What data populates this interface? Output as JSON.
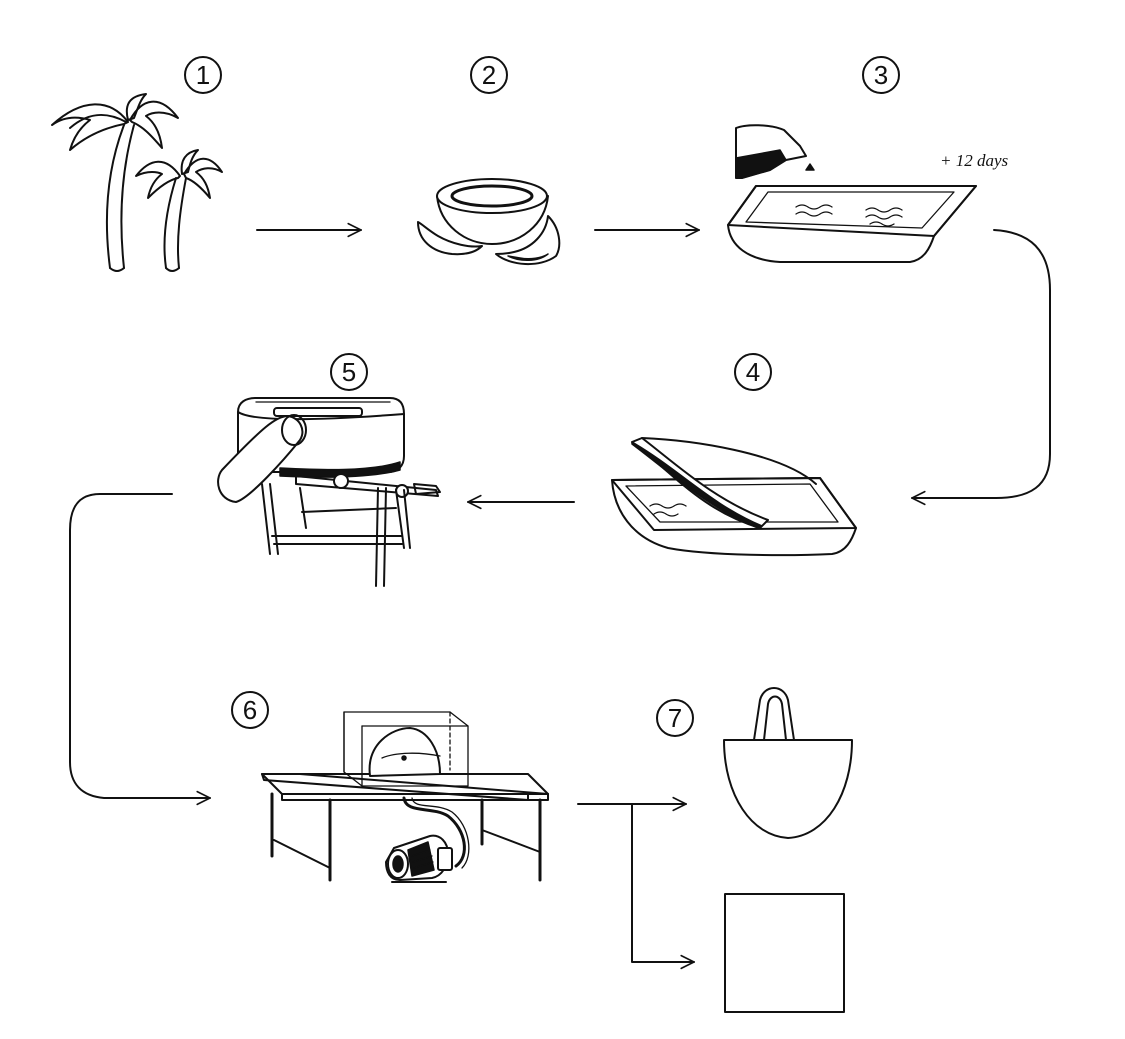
{
  "steps": [
    {
      "number": "1",
      "icon": "palm-trees-icon"
    },
    {
      "number": "2",
      "icon": "coconut-husk-icon"
    },
    {
      "number": "3",
      "icon": "soaking-tray-icon"
    },
    {
      "number": "4",
      "icon": "fiber-tray-icon"
    },
    {
      "number": "5",
      "icon": "decorticator-machine-icon"
    },
    {
      "number": "6",
      "icon": "vacuum-table-icon"
    },
    {
      "number": "7",
      "icon": "tote-bag-icon"
    }
  ],
  "annotations": {
    "duration": "+ 12 days"
  },
  "outputs": [
    {
      "icon": "tote-bag-icon"
    },
    {
      "icon": "square-sheet-icon"
    }
  ],
  "colors": {
    "ink": "#111111",
    "background": "#ffffff"
  }
}
